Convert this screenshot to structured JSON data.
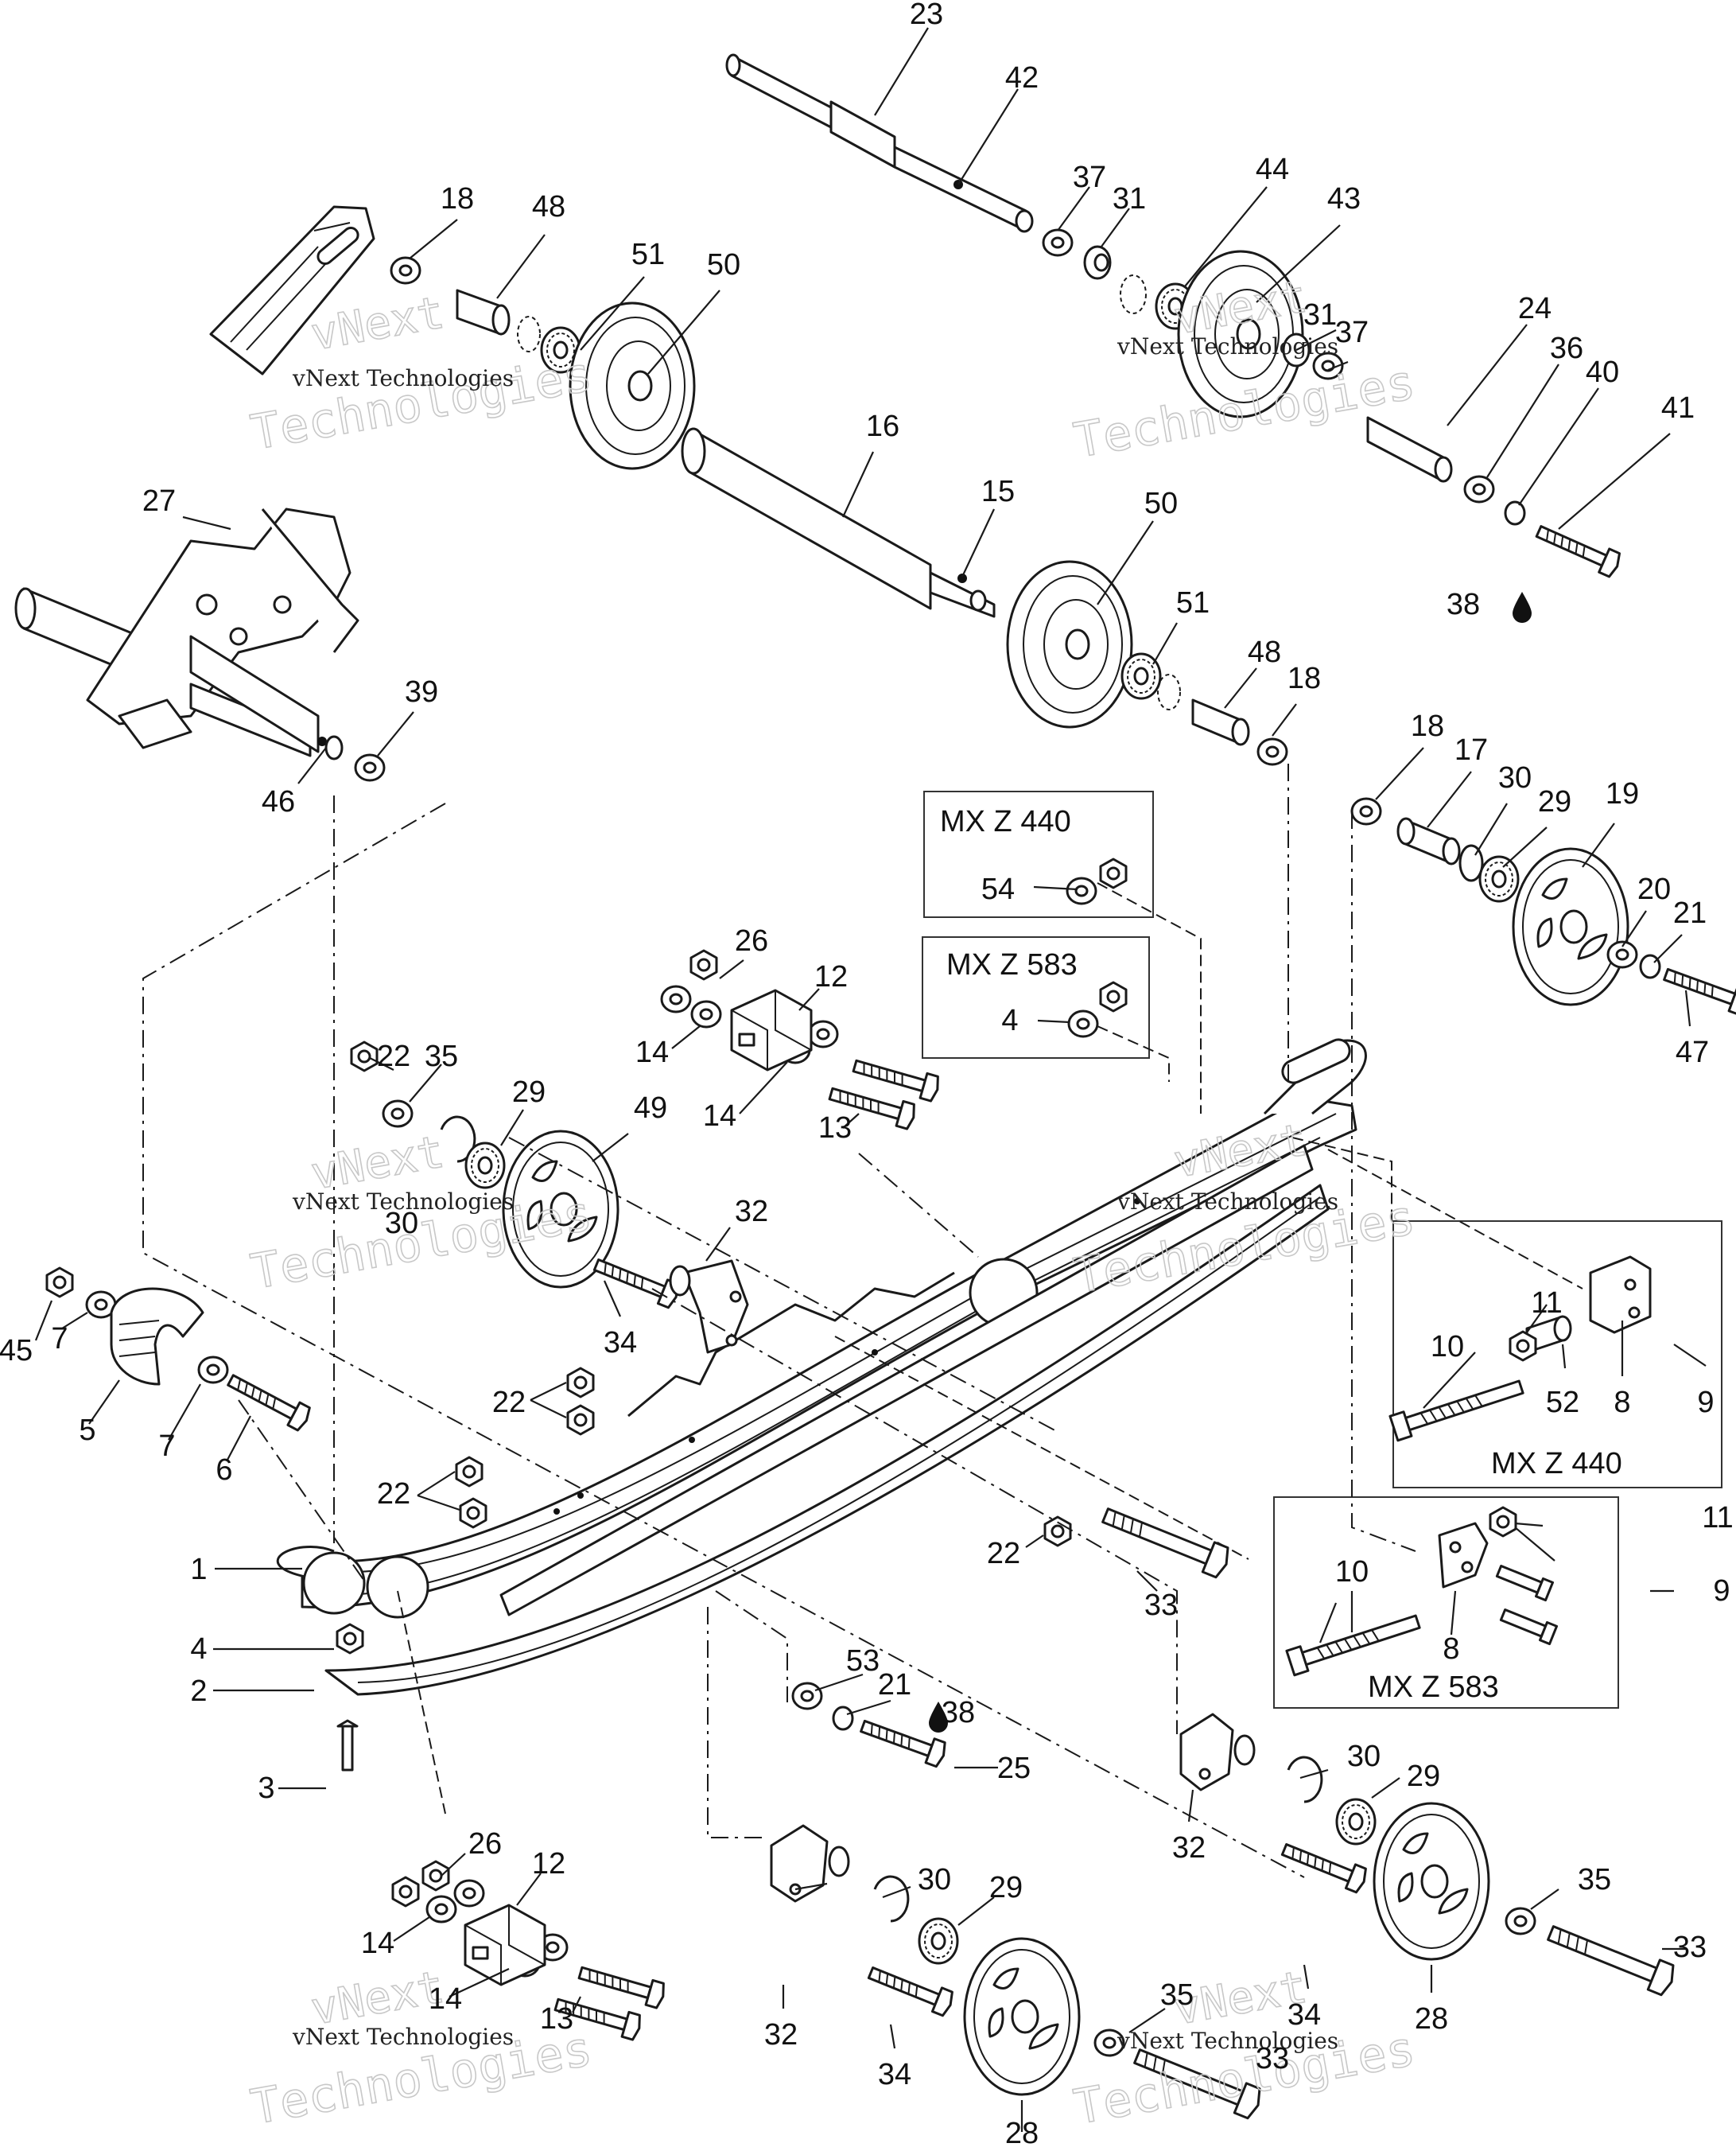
{
  "callouts": [
    {
      "id": "c23",
      "text": "23"
    },
    {
      "id": "c42",
      "text": "42"
    },
    {
      "id": "c37a",
      "text": "37"
    },
    {
      "id": "c31a",
      "text": "31"
    },
    {
      "id": "c44",
      "text": "44"
    },
    {
      "id": "c43",
      "text": "43"
    },
    {
      "id": "c31b",
      "text": "31"
    },
    {
      "id": "c37b",
      "text": "37"
    },
    {
      "id": "c24",
      "text": "24"
    },
    {
      "id": "c36",
      "text": "36"
    },
    {
      "id": "c40",
      "text": "40"
    },
    {
      "id": "c41",
      "text": "41"
    },
    {
      "id": "c38a",
      "text": "38"
    },
    {
      "id": "c18a",
      "text": "18"
    },
    {
      "id": "c48a",
      "text": "48"
    },
    {
      "id": "c51a",
      "text": "51"
    },
    {
      "id": "c50a",
      "text": "50"
    },
    {
      "id": "c16",
      "text": "16"
    },
    {
      "id": "c15",
      "text": "15"
    },
    {
      "id": "c50b",
      "text": "50"
    },
    {
      "id": "c51b",
      "text": "51"
    },
    {
      "id": "c48b",
      "text": "48"
    },
    {
      "id": "c18b",
      "text": "18"
    },
    {
      "id": "c27",
      "text": "27"
    },
    {
      "id": "c39",
      "text": "39"
    },
    {
      "id": "c46",
      "text": "46"
    },
    {
      "id": "c18c",
      "text": "18"
    },
    {
      "id": "c17",
      "text": "17"
    },
    {
      "id": "c30a",
      "text": "30"
    },
    {
      "id": "c29a",
      "text": "29"
    },
    {
      "id": "c19",
      "text": "19"
    },
    {
      "id": "c20",
      "text": "20"
    },
    {
      "id": "c21a",
      "text": "21"
    },
    {
      "id": "c47",
      "text": "47"
    },
    {
      "id": "c54",
      "text": "54"
    },
    {
      "id": "c4a",
      "text": "4"
    },
    {
      "id": "c26a",
      "text": "26"
    },
    {
      "id": "c12a",
      "text": "12"
    },
    {
      "id": "c14a",
      "text": "14"
    },
    {
      "id": "c14b",
      "text": "14"
    },
    {
      "id": "c13a",
      "text": "13"
    },
    {
      "id": "c22a",
      "text": "22"
    },
    {
      "id": "c35a",
      "text": "35"
    },
    {
      "id": "c29b",
      "text": "29"
    },
    {
      "id": "c49",
      "text": "49"
    },
    {
      "id": "c30b",
      "text": "30"
    },
    {
      "id": "c32a",
      "text": "32"
    },
    {
      "id": "c34a",
      "text": "34"
    },
    {
      "id": "c45",
      "text": "45"
    },
    {
      "id": "c7a",
      "text": "7"
    },
    {
      "id": "c5",
      "text": "5"
    },
    {
      "id": "c7b",
      "text": "7"
    },
    {
      "id": "c6",
      "text": "6"
    },
    {
      "id": "c22b",
      "text": "22"
    },
    {
      "id": "c22c",
      "text": "22"
    },
    {
      "id": "c1",
      "text": "1"
    },
    {
      "id": "c4b",
      "text": "4"
    },
    {
      "id": "c2",
      "text": "2"
    },
    {
      "id": "c3",
      "text": "3"
    },
    {
      "id": "c22d",
      "text": "22"
    },
    {
      "id": "c33a",
      "text": "33"
    },
    {
      "id": "c11a",
      "text": "11"
    },
    {
      "id": "c10a",
      "text": "10"
    },
    {
      "id": "c52",
      "text": "52"
    },
    {
      "id": "c8a",
      "text": "8"
    },
    {
      "id": "c9a",
      "text": "9"
    },
    {
      "id": "c11b",
      "text": "11"
    },
    {
      "id": "c10b",
      "text": "10"
    },
    {
      "id": "c9b",
      "text": "9"
    },
    {
      "id": "c8b",
      "text": "8"
    },
    {
      "id": "c53",
      "text": "53"
    },
    {
      "id": "c21b",
      "text": "21"
    },
    {
      "id": "c38b",
      "text": "38"
    },
    {
      "id": "c25",
      "text": "25"
    },
    {
      "id": "c30c",
      "text": "30"
    },
    {
      "id": "c29c",
      "text": "29"
    },
    {
      "id": "c32b",
      "text": "32"
    },
    {
      "id": "c35b",
      "text": "35"
    },
    {
      "id": "c33b",
      "text": "33"
    },
    {
      "id": "c34b",
      "text": "34"
    },
    {
      "id": "c28a",
      "text": "28"
    },
    {
      "id": "c26b",
      "text": "26"
    },
    {
      "id": "c12b",
      "text": "12"
    },
    {
      "id": "c14c",
      "text": "14"
    },
    {
      "id": "c14d",
      "text": "14"
    },
    {
      "id": "c13b",
      "text": "13"
    },
    {
      "id": "c32c",
      "text": "32"
    },
    {
      "id": "c30d",
      "text": "30"
    },
    {
      "id": "c29d",
      "text": "29"
    },
    {
      "id": "c34c",
      "text": "34"
    },
    {
      "id": "c35c",
      "text": "35"
    },
    {
      "id": "c33c",
      "text": "33"
    },
    {
      "id": "c28b",
      "text": "28"
    }
  ],
  "variant_boxes": {
    "top_440": "MX Z 440",
    "top_583": "MX Z 583",
    "right_440": "MX Z 440",
    "right_583": "MX Z 583"
  },
  "watermark": {
    "line1": "vNext",
    "line2": "Technologies",
    "small": "vNext Technologies"
  },
  "icons": [
    "oil-drop-icon",
    "lubrication-point-dot"
  ]
}
